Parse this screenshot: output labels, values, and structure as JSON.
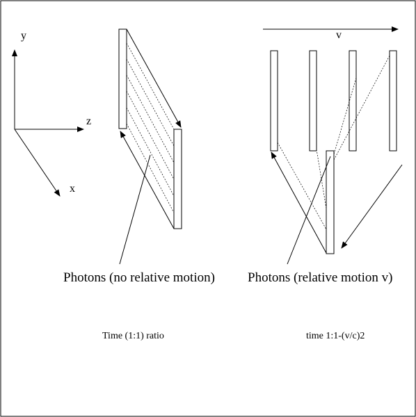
{
  "axes": {
    "y_label": "y",
    "z_label": "z",
    "x_label": "x"
  },
  "velocity": {
    "label": "v"
  },
  "left_panel": {
    "caption": "Photons (no relative motion)",
    "time_label": "Time (1:1) ratio"
  },
  "right_panel": {
    "caption": "Photons (relative motion v)",
    "time_label": "time 1:1-(v/c)2"
  }
}
